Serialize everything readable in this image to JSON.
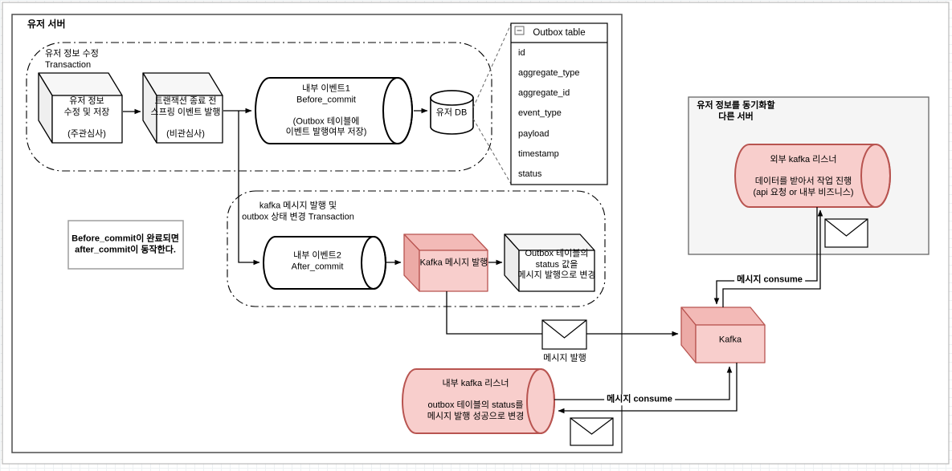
{
  "user_server": {
    "title": "유저 서버"
  },
  "tx1": {
    "label": "유저 정보 수정\nTransaction",
    "box_update": "유저 정보\n수정 및 저장\n\n(주관심사)",
    "box_spring_event": "트랜잭션 종료 전\n스프링 이벤트 발행\n\n(비관심사)",
    "event1": "내부 이벤트1\nBefore_commit\n\n(Outbox 테이블에\n이벤트 발행여부 저장)",
    "user_db": "유저 DB"
  },
  "outbox_table": {
    "title": "Outbox table",
    "collapse_icon": "−",
    "fields": [
      "id",
      "aggregate_type",
      "aggregate_id",
      "event_type",
      "payload",
      "timestamp",
      "status"
    ]
  },
  "tx2": {
    "label": "kafka 메시지 발행 및\noutbox 상태 변경 Transaction",
    "event2": "내부 이벤트2\nAfter_commit",
    "kafka_publish": "Kafka 메시지 발행",
    "outbox_status": "Outbox 테이블의\nstatus 값을\n메시지 발행으로 변경"
  },
  "note": {
    "text": "Before_commit이 완료되면\nafter_commit이 동작한다."
  },
  "kafka": {
    "label": "Kafka"
  },
  "internal_listener": {
    "text": "내부 kafka 리스너\n\noutbox 테이블의 status를\n메시지 발행 성공으로 변경"
  },
  "external_server": {
    "title": "유저 정보를 동기화할\n다른 서버",
    "listener": "외부 kafka 리스너\n\n데이터를 받아서 작업 진행\n(api 요청 or 내부 비즈니스)"
  },
  "edge_labels": {
    "publish": "메시지 발행",
    "consume_top": "메시지 consume",
    "consume_bottom": "메시지 consume"
  },
  "colors": {
    "pink_fill": "#f8cecc",
    "pink_stroke": "#b85450",
    "gray_box_fill": "#f5f5f5",
    "line": "#000000"
  }
}
